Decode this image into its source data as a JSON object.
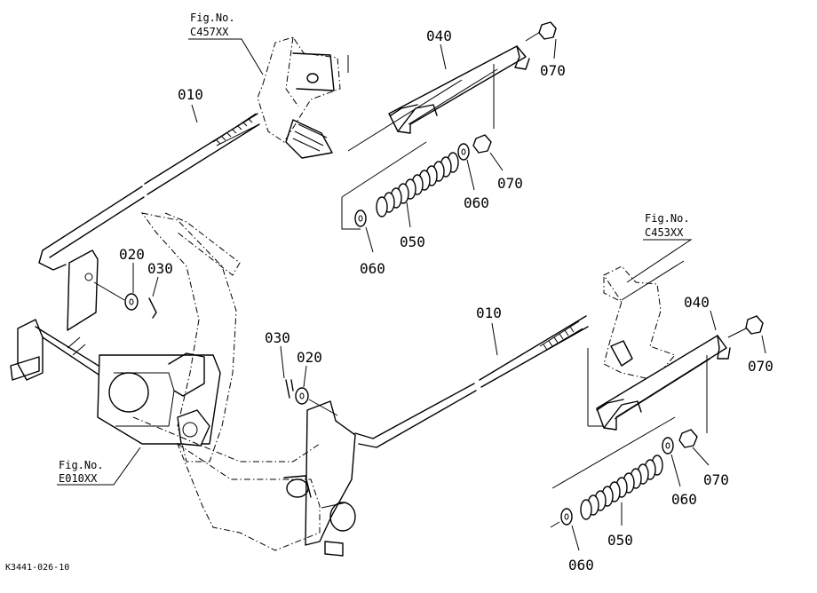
{
  "fig_refs": {
    "top": {
      "line1": "Fig.No.",
      "line2": "C457XX"
    },
    "right": {
      "line1": "Fig.No.",
      "line2": "C453XX"
    },
    "left": {
      "line1": "Fig.No.",
      "line2": "E010XX"
    }
  },
  "callouts": {
    "top": {
      "p040": "040",
      "p070a": "070",
      "p010": "010",
      "p070b": "070",
      "p060a": "060",
      "p050": "050",
      "p060b": "060",
      "p020": "020",
      "p030": "030"
    },
    "bottom": {
      "p040": "040",
      "p070a": "070",
      "p010": "010",
      "p030": "030",
      "p020": "020",
      "p070b": "070",
      "p060a": "060",
      "p050": "050",
      "p060b": "060"
    }
  },
  "drawing_code": "K3441-026-10"
}
